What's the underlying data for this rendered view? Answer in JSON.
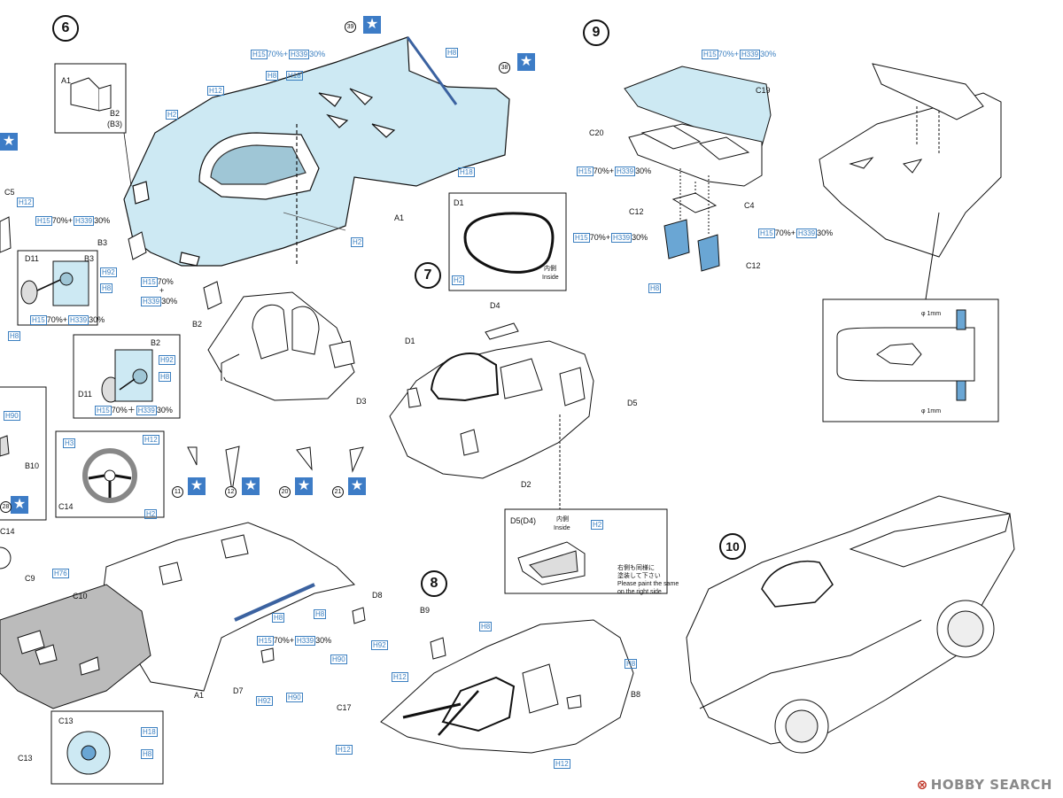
{
  "steps": [
    "6",
    "7",
    "8",
    "9",
    "10"
  ],
  "colors": {
    "line": "#111111",
    "body_fill": "#cde9f3",
    "callout_blue": "#3b7fc0",
    "star_blue": "#3d7cc6",
    "watermark_gray": "#8a8a8a",
    "watermark_red": "#c0392b"
  },
  "paint_codes": {
    "H15": "H15",
    "H339": "H339",
    "H8": "H8",
    "H18": "H18",
    "H12": "H12",
    "H2": "H2",
    "H92": "H92",
    "H90": "H90",
    "H3": "H3",
    "H76": "H76"
  },
  "mix_text": {
    "p70": "70%",
    "p30": "30%",
    "plus": "+",
    "p70_plus": "70%+",
    "p70_plusw": "70%＋"
  },
  "stickers": [
    "39",
    "38",
    "11",
    "12",
    "20",
    "21",
    "28"
  ],
  "parts": {
    "A1": "A1",
    "B2": "B2",
    "B3p": "(B3)",
    "B3": "B3",
    "C5": "C5",
    "D11": "D11",
    "D1": "D1",
    "D2": "D2",
    "D3": "D3",
    "D4": "D4",
    "D5": "D5",
    "D5D4": "D5(D4)",
    "C19": "C19",
    "C20": "C20",
    "C4": "C4",
    "C12": "C12",
    "B10": "B10",
    "C14": "C14",
    "C9": "C9",
    "C10": "C10",
    "C13": "C13",
    "D7": "D7",
    "D8": "D8",
    "B9": "B9",
    "B8": "B8",
    "C17": "C17"
  },
  "notes": {
    "inside_jp": "内側",
    "inside_en": "Inside",
    "right_side_jp_1": "右側も同様に",
    "right_side_jp_2": "塗装して下さい",
    "right_side_en_1": "Please paint the same",
    "right_side_en_2": "on the right side",
    "phi": "φ 1mm"
  },
  "watermark": {
    "logo": "⊗",
    "text": "HOBBY SEARCH"
  }
}
